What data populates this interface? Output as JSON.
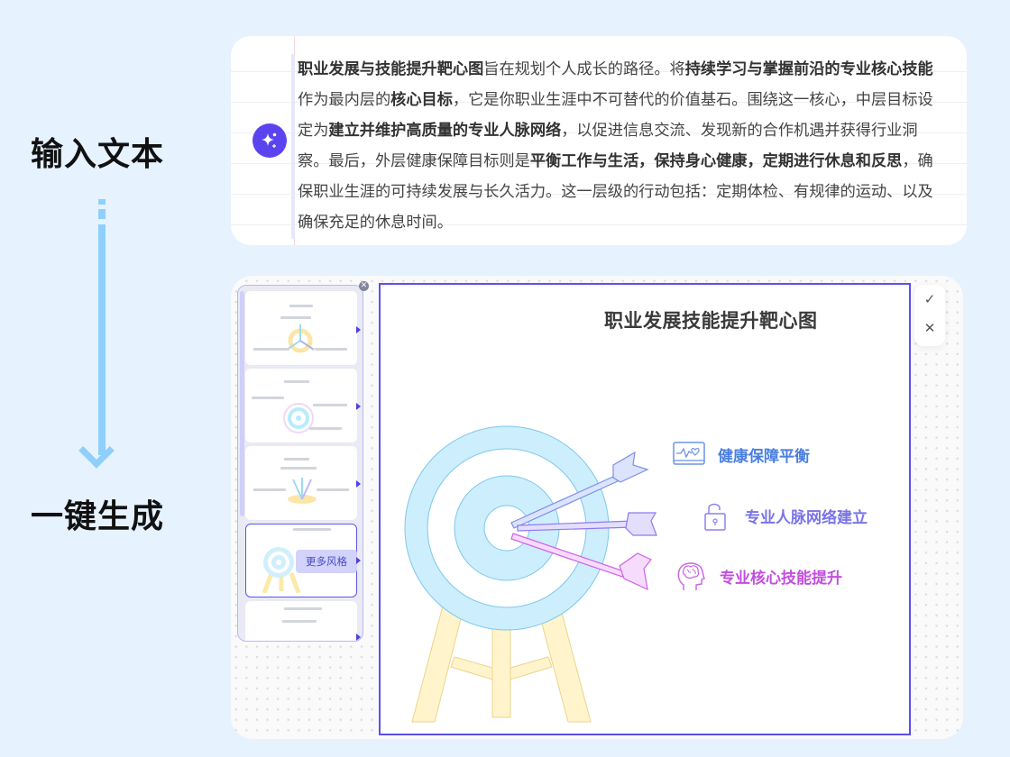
{
  "labels": {
    "input_text": "输入文本",
    "one_click_generate": "一键生成"
  },
  "input_card": {
    "icon": "sparkle-icon",
    "paragraph": [
      {
        "text": "职业发展与技能提升靶心图",
        "bold": true
      },
      {
        "text": "旨在规划个人成长的路径。将",
        "bold": false
      },
      {
        "text": "持续学习与掌握前沿的专业核心技能",
        "bold": true
      },
      {
        "text": "作为最内层的",
        "bold": false
      },
      {
        "text": "核心目标",
        "bold": true
      },
      {
        "text": "，它是你职业生涯中不可替代的价值基石。围绕这一核心，中层目标设定为",
        "bold": false
      },
      {
        "text": "建立并维护高质量的专业人脉网络",
        "bold": true
      },
      {
        "text": "，以促进信息交流、发现新的合作机遇并获得行业洞察。最后，外层健康保障目标则是",
        "bold": false
      },
      {
        "text": "平衡工作与生活，保持身心健康，定期进行休息和反思",
        "bold": true
      },
      {
        "text": "，确保职业生涯的可持续发展与长久活力。这一层级的行动包括：定期体检、有规律的运动、以及确保充足的休息时间。",
        "bold": false
      }
    ]
  },
  "style_panel": {
    "close_icon": "close-circle-icon",
    "more_styles_label": "更多风格",
    "thumbnails": [
      {
        "id": 1,
        "selected": false
      },
      {
        "id": 2,
        "selected": false
      },
      {
        "id": 3,
        "selected": false
      },
      {
        "id": 4,
        "selected": true
      },
      {
        "id": 5,
        "selected": false
      }
    ]
  },
  "canvas": {
    "title": "职业发展技能提升靶心图",
    "items": [
      {
        "label": "健康保障平衡",
        "icon": "health-monitor-icon",
        "color": "#4a7fe0"
      },
      {
        "label": "专业人脉网络建立",
        "icon": "unlock-icon",
        "color": "#7a74e6"
      },
      {
        "label": "专业核心技能提升",
        "icon": "brain-head-icon",
        "color": "#c24ee0"
      }
    ],
    "colors": {
      "target_fill": "#cdeefc",
      "target_stroke": "#7cc8ea",
      "stand_fill": "#fff4cc",
      "stand_stroke": "#ecd48a",
      "border": "#5b4ff0"
    }
  },
  "actions": {
    "confirm_icon": "✓",
    "cancel_icon": "✕"
  }
}
